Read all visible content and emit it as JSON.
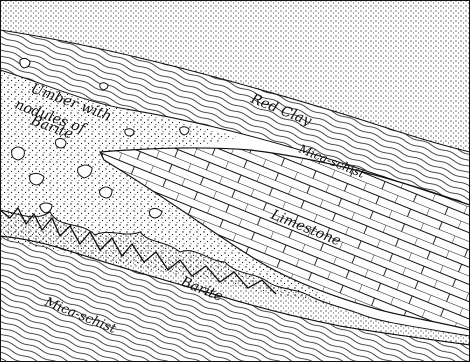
{
  "labels": {
    "red_clay": "Red Clay",
    "mica_schist_upper": "Mica-schist",
    "umber_line1": "Umber with",
    "umber_line2": "nodules of",
    "umber_line3": "Barite",
    "limestone": "Limestone",
    "barite": "Barite",
    "mica_schist_lower": "Mica-schist"
  },
  "colors": {
    "ink": "#111111",
    "paper": "#ffffff"
  }
}
